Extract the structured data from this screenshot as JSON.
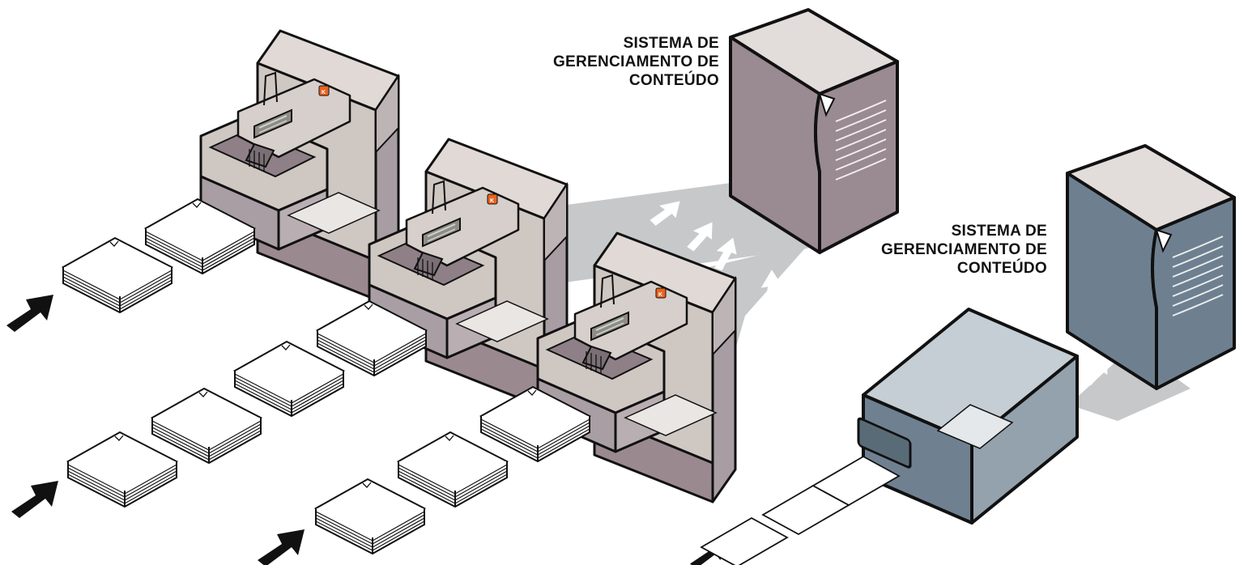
{
  "labels": {
    "cms_primary": [
      "SISTEMA DE",
      "GERENCIAMENTO DE",
      "CONTEÚDO"
    ],
    "cms_secondary": [
      "SISTEMA DE",
      "GERENCIAMENTO DE",
      "CONTEÚDO"
    ]
  },
  "scanner_logo_text": "K",
  "colors": {
    "scanner_body": "#cfc7c2",
    "scanner_shadow": "#9a8a90",
    "server_primary": "#9a8a92",
    "server_secondary": "#6e8090",
    "feeder_box": "#93a2ad",
    "flow_band": "#c6c8ca",
    "logo": "#e8641e",
    "arrow": "#111111"
  },
  "icons": [
    "document-stack-icon",
    "input-arrow-icon",
    "flow-arrow-icon",
    "scanner-icon",
    "server-icon",
    "feeder-icon"
  ]
}
